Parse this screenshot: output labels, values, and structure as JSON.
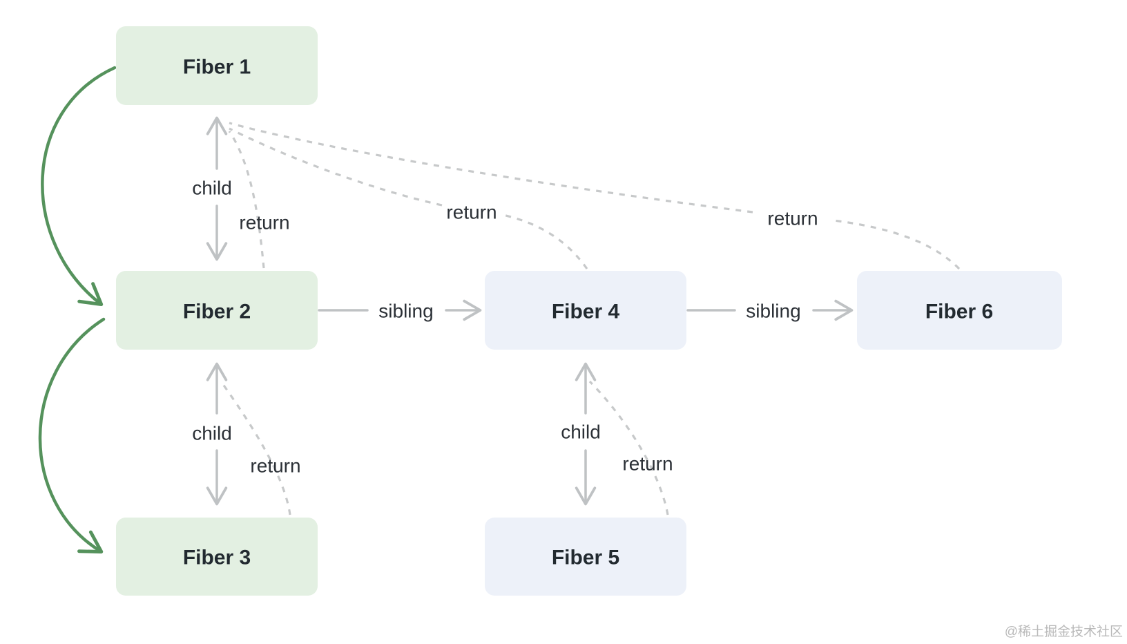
{
  "diagram": {
    "description": "React Fiber tree linked-list structure diagram",
    "colors": {
      "background": "#ffffff",
      "green_fill": "#e3f0e2",
      "blue_fill": "#edf1f9",
      "green_arrow": "#55925c",
      "gray_arrow": "#bfc2c4",
      "gray_dashed": "#c7c9ca",
      "node_text": "#222a30",
      "label_text": "#2b3036",
      "watermark": "#b9b9b9"
    },
    "nodes": [
      {
        "id": "fiber1",
        "label": "Fiber 1",
        "variant": "green"
      },
      {
        "id": "fiber2",
        "label": "Fiber 2",
        "variant": "green"
      },
      {
        "id": "fiber3",
        "label": "Fiber 3",
        "variant": "green"
      },
      {
        "id": "fiber4",
        "label": "Fiber 4",
        "variant": "blue"
      },
      {
        "id": "fiber5",
        "label": "Fiber 5",
        "variant": "blue"
      },
      {
        "id": "fiber6",
        "label": "Fiber 6",
        "variant": "blue"
      }
    ],
    "edges": [
      {
        "from": "Fiber 1",
        "to": "Fiber 2",
        "type": "child",
        "label": "child"
      },
      {
        "from": "Fiber 2",
        "to": "Fiber 1",
        "type": "return",
        "label": "return"
      },
      {
        "from": "Fiber 2",
        "to": "Fiber 3",
        "type": "child",
        "label": "child"
      },
      {
        "from": "Fiber 3",
        "to": "Fiber 2",
        "type": "return",
        "label": "return"
      },
      {
        "from": "Fiber 2",
        "to": "Fiber 4",
        "type": "sibling",
        "label": "sibling"
      },
      {
        "from": "Fiber 4",
        "to": "Fiber 5",
        "type": "child",
        "label": "child"
      },
      {
        "from": "Fiber 5",
        "to": "Fiber 4",
        "type": "return",
        "label": "return"
      },
      {
        "from": "Fiber 4",
        "to": "Fiber 6",
        "type": "sibling",
        "label": "sibling"
      },
      {
        "from": "Fiber 4",
        "to": "Fiber 1",
        "type": "return",
        "label": "return"
      },
      {
        "from": "Fiber 6",
        "to": "Fiber 1",
        "type": "return",
        "label": "return"
      },
      {
        "from": "Fiber 1",
        "to": "Fiber 2",
        "type": "traversal-order",
        "label": ""
      },
      {
        "from": "Fiber 2",
        "to": "Fiber 3",
        "type": "traversal-order",
        "label": ""
      }
    ]
  },
  "watermark": {
    "text": "@稀土掘金技术社区"
  }
}
